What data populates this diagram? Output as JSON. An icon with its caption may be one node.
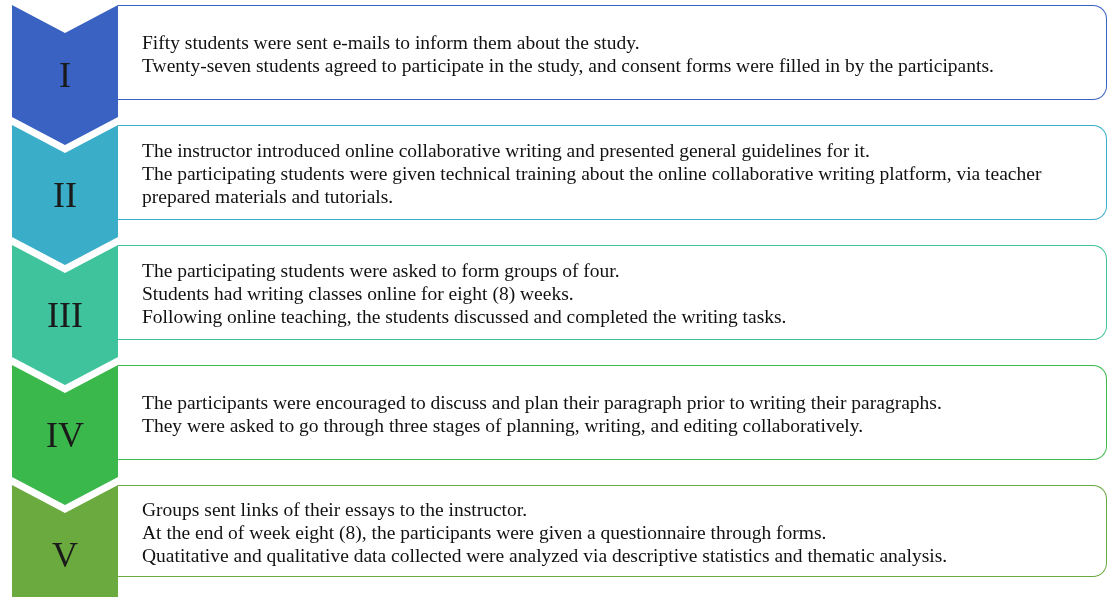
{
  "diagram": {
    "nodes": [
      {
        "text": [
          "I"
        ]
      },
      {
        "text": [
          "Fifty students were sent e-mails to inform them about the study.",
          "Twenty-seven students agreed to participate in the study, and consent forms were filled in  by the participants."
        ]
      },
      {
        "text": [
          "II"
        ]
      },
      {
        "text": [
          "The instructor introduced online collaborative writing and presented general guidelines for it.",
          "The participating students were given technical training about the online collaborative writing platform, via teacher prepared materials and tutorials."
        ]
      },
      {
        "text": [
          "III"
        ]
      },
      {
        "text": [
          "The participating students were asked to form groups of four.",
          "Students had writing classes online for eight (8) weeks.",
          "Following online teaching, the students discussed and completed the writing tasks."
        ]
      },
      {
        "text": [
          "IV"
        ]
      },
      {
        "text": [
          "The participants were encouraged to discuss and plan their paragraph prior to writing their  paragraphs.",
          "They were asked to go through three stages of planning, writing, and editing  collaboratively."
        ]
      },
      {
        "text": [
          "V"
        ]
      },
      {
        "text": [
          "Groups sent links of their essays to the instructor.",
          "At the end of week eight (8), the participants were given a questionnaire through forms.",
          "Quatitative and qualitative data collected were analyzed via descriptive statistics and thematic analysis."
        ]
      }
    ]
  }
}
